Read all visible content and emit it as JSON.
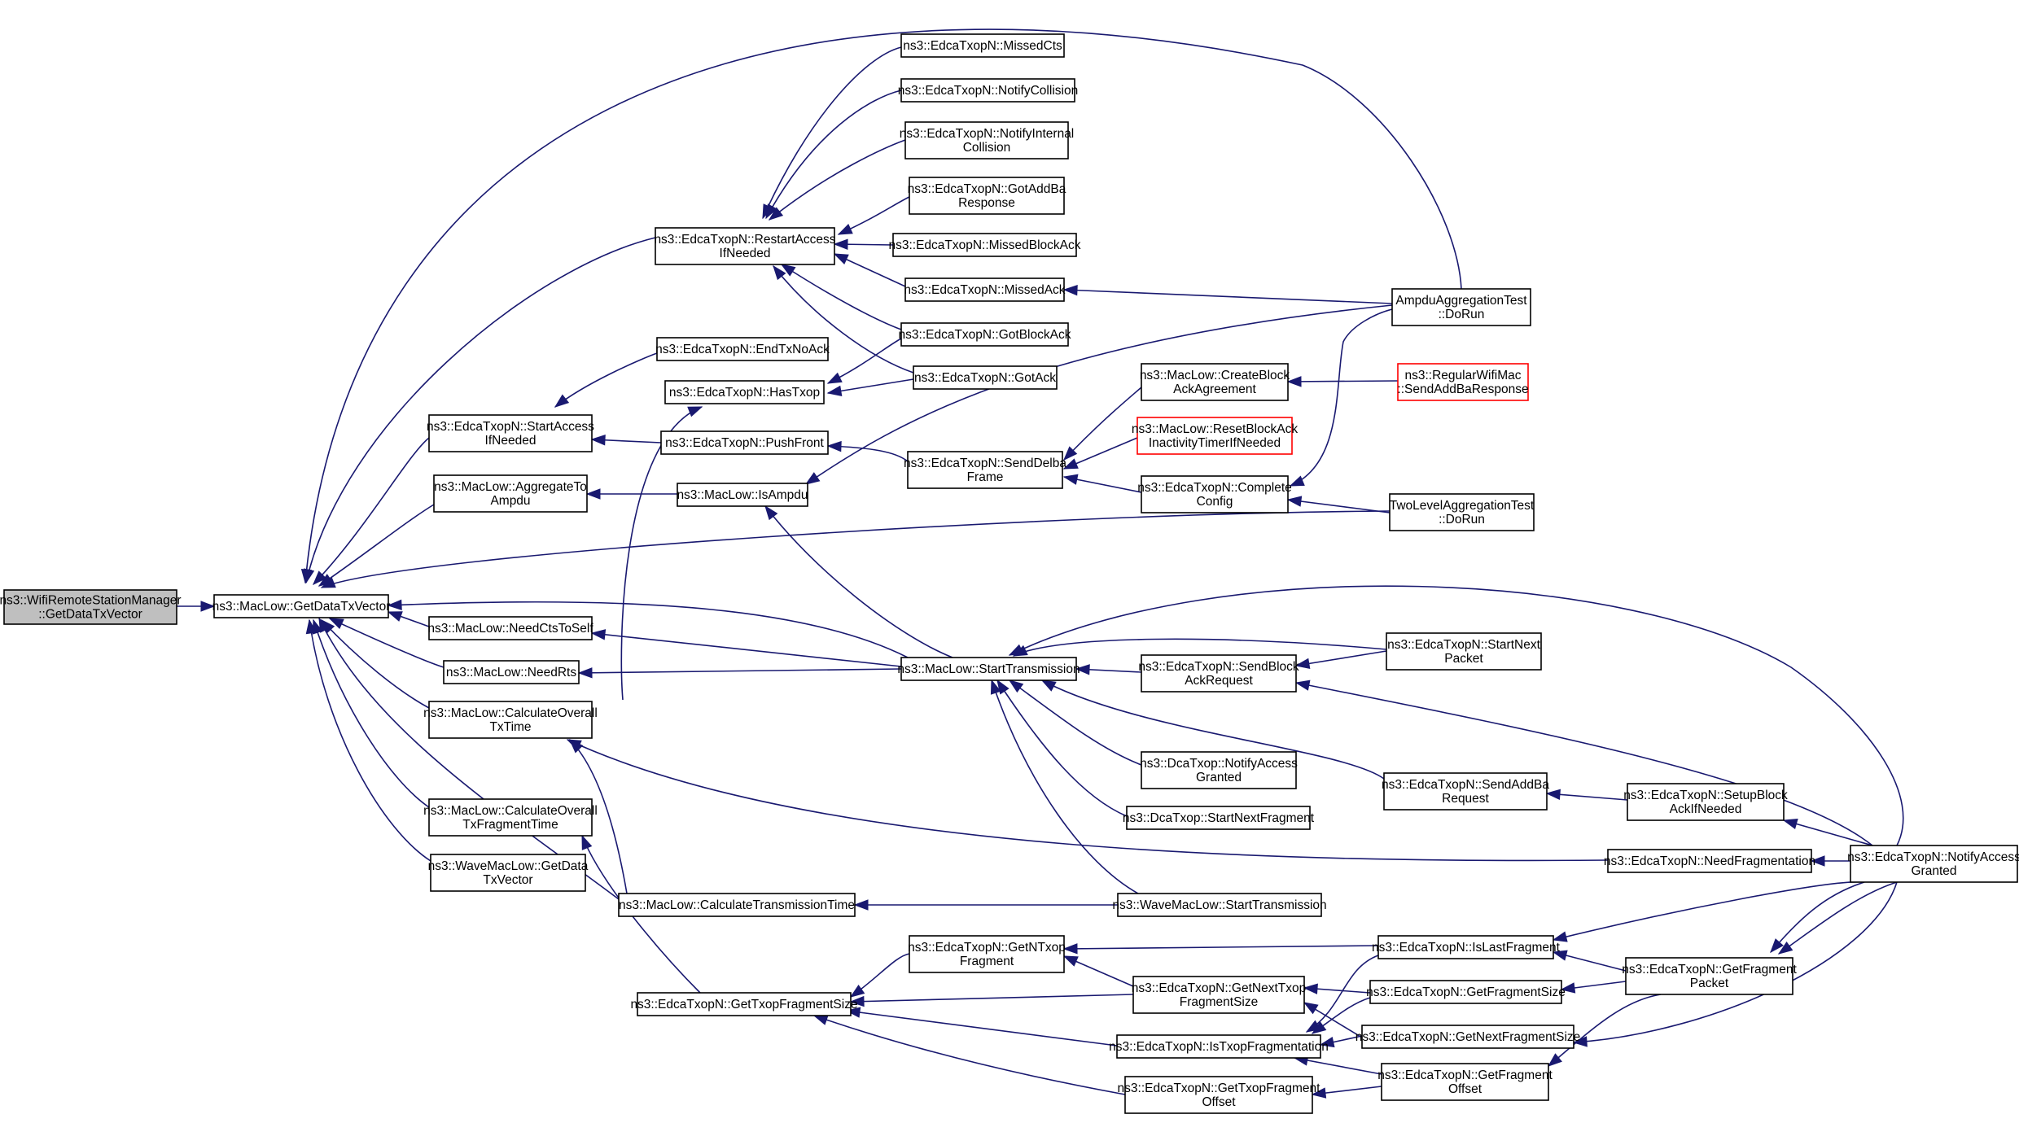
{
  "diagram": {
    "colors": {
      "edge": "#191970",
      "node_border": "#000000",
      "root_fill": "#bfbfbf",
      "broken_link_border": "#ff0000",
      "background": "#ffffff"
    },
    "nodes": {
      "root": [
        "ns3::WifiRemoteStationManager",
        "::GetDataTxVector"
      ],
      "getDataTxVector": [
        "ns3::MacLow::GetDataTxVector"
      ],
      "restartAccess": [
        "ns3::EdcaTxopN::RestartAccess",
        "IfNeeded"
      ],
      "startAccess": [
        "ns3::EdcaTxopN::StartAccess",
        "IfNeeded"
      ],
      "aggregateToAmpdu": [
        "ns3::MacLow::AggregateTo",
        "Ampdu"
      ],
      "needCtsToSelf": [
        "ns3::MacLow::NeedCtsToSelf"
      ],
      "needRts": [
        "ns3::MacLow::NeedRts"
      ],
      "calcOverallTx": [
        "ns3::MacLow::CalculateOverall",
        "TxTime"
      ],
      "calcOverallFrag": [
        "ns3::MacLow::CalculateOverall",
        "TxFragmentTime"
      ],
      "waveGetData": [
        "ns3::WaveMacLow::GetData",
        "TxVector"
      ],
      "missedCts": [
        "ns3::EdcaTxopN::MissedCts"
      ],
      "notifyCollision": [
        "ns3::EdcaTxopN::NotifyCollision"
      ],
      "notifyInternal": [
        "ns3::EdcaTxopN::NotifyInternal",
        "Collision"
      ],
      "gotAddBa": [
        "ns3::EdcaTxopN::GotAddBa",
        "Response"
      ],
      "missedBlockAck": [
        "ns3::EdcaTxopN::MissedBlockAck"
      ],
      "missedAck": [
        "ns3::EdcaTxopN::MissedAck"
      ],
      "gotBlockAck": [
        "ns3::EdcaTxopN::GotBlockAck"
      ],
      "gotAck": [
        "ns3::EdcaTxopN::GotAck"
      ],
      "endTxNoAck": [
        "ns3::EdcaTxopN::EndTxNoAck"
      ],
      "hasTxop": [
        "ns3::EdcaTxopN::HasTxop"
      ],
      "pushFront": [
        "ns3::EdcaTxopN::PushFront"
      ],
      "isAmpdu": [
        "ns3::MacLow::IsAmpdu"
      ],
      "createBlockAck": [
        "ns3::MacLow::CreateBlock",
        "AckAgreement"
      ],
      "resetBlockAck": [
        "ns3::MacLow::ResetBlockAck",
        "InactivityTimerIfNeeded"
      ],
      "sendDelba": [
        "ns3::EdcaTxopN::SendDelba",
        "Frame"
      ],
      "completeConfig": [
        "ns3::EdcaTxopN::Complete",
        "Config"
      ],
      "ampduTest": [
        "AmpduAggregationTest",
        "::DoRun"
      ],
      "sendAddBaResponse": [
        "ns3::RegularWifiMac",
        "::SendAddBaResponse"
      ],
      "twoLevelTest": [
        "TwoLevelAggregationTest",
        "::DoRun"
      ],
      "startTransmission": [
        "ns3::MacLow::StartTransmission"
      ],
      "sendBlockAckReq": [
        "ns3::EdcaTxopN::SendBlock",
        "AckRequest"
      ],
      "startNextPacket": [
        "ns3::EdcaTxopN::StartNext",
        "Packet"
      ],
      "dcaNotify": [
        "ns3::DcaTxop::NotifyAccess",
        "Granted"
      ],
      "dcaStartNextFrag": [
        "ns3::DcaTxop::StartNextFragment"
      ],
      "sendAddBaReq": [
        "ns3::EdcaTxopN::SendAddBa",
        "Request"
      ],
      "setupBlockAck": [
        "ns3::EdcaTxopN::SetupBlock",
        "AckIfNeeded"
      ],
      "needFrag": [
        "ns3::EdcaTxopN::NeedFragmentation"
      ],
      "notifyAccessGranted": [
        "ns3::EdcaTxopN::NotifyAccess",
        "Granted"
      ],
      "calcTransmission": [
        "ns3::MacLow::CalculateTransmissionTime"
      ],
      "waveStartTx": [
        "ns3::WaveMacLow::StartTransmission"
      ],
      "getNTxopFrag": [
        "ns3::EdcaTxopN::GetNTxop",
        "Fragment"
      ],
      "getTxopFragSize": [
        "ns3::EdcaTxopN::GetTxopFragmentSize"
      ],
      "getNextTxopFragSize": [
        "ns3::EdcaTxopN::GetNextTxop",
        "FragmentSize"
      ],
      "isTxopFrag": [
        "ns3::EdcaTxopN::IsTxopFragmentation"
      ],
      "getTxopFragOffset": [
        "ns3::EdcaTxopN::GetTxopFragment",
        "Offset"
      ],
      "isLastFrag": [
        "ns3::EdcaTxopN::IsLastFragment"
      ],
      "getFragSize": [
        "ns3::EdcaTxopN::GetFragmentSize"
      ],
      "getNextFragSize": [
        "ns3::EdcaTxopN::GetNextFragmentSize"
      ],
      "getFragOffset": [
        "ns3::EdcaTxopN::GetFragment",
        "Offset"
      ],
      "getFragPacket": [
        "ns3::EdcaTxopN::GetFragment",
        "Packet"
      ]
    }
  }
}
